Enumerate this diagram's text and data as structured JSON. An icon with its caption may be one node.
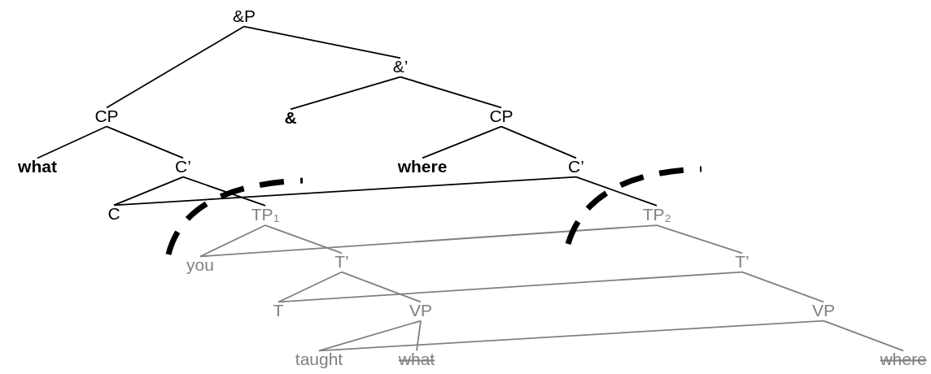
{
  "diagram": {
    "nodes": [
      {
        "text": [
          "&P"
        ]
      },
      {
        "text": [
          "&’"
        ]
      },
      {
        "text": [
          "CP"
        ]
      },
      {
        "text": [
          "&"
        ]
      },
      {
        "text": [
          "CP"
        ]
      },
      {
        "text": [
          "what"
        ]
      },
      {
        "text": [
          "C’"
        ]
      },
      {
        "text": [
          "where"
        ]
      },
      {
        "text": [
          "C’"
        ]
      },
      {
        "text": [
          "C"
        ]
      },
      {
        "text": [
          "TP$_{1}$"
        ]
      },
      {
        "text": [
          "TP$_{2}$"
        ]
      },
      {
        "text": [
          "you"
        ]
      },
      {
        "text": [
          "T’"
        ]
      },
      {
        "text": [
          "T’"
        ]
      },
      {
        "text": [
          "T"
        ]
      },
      {
        "text": [
          "VP"
        ]
      },
      {
        "text": [
          "VP"
        ]
      },
      {
        "text": [
          "taught"
        ]
      },
      {
        "text": [
          "what"
        ]
      },
      {
        "text": [
          "where"
        ]
      }
    ],
    "edges": [
      {
        "from": 0,
        "to": 2,
        "arrow": "none"
      },
      {
        "from": 0,
        "to": 1,
        "arrow": "none"
      },
      {
        "from": 1,
        "to": 3,
        "arrow": "none"
      },
      {
        "from": 1,
        "to": 4,
        "arrow": "none"
      },
      {
        "from": 2,
        "to": 5,
        "arrow": "none"
      },
      {
        "from": 2,
        "to": 6,
        "arrow": "none"
      },
      {
        "from": 4,
        "to": 7,
        "arrow": "none"
      },
      {
        "from": 4,
        "to": 8,
        "arrow": "none"
      },
      {
        "from": 6,
        "to": 9,
        "arrow": "none"
      },
      {
        "from": 6,
        "to": 10,
        "arrow": "none"
      },
      {
        "from": 8,
        "to": 9,
        "arrow": "none"
      },
      {
        "from": 8,
        "to": 11,
        "arrow": "none"
      },
      {
        "from": 10,
        "to": 12,
        "arrow": "none",
        "color": "#808080"
      },
      {
        "from": 10,
        "to": 13,
        "arrow": "none",
        "color": "#808080"
      },
      {
        "from": 11,
        "to": 12,
        "arrow": "none",
        "color": "#808080"
      },
      {
        "from": 11,
        "to": 14,
        "arrow": "none",
        "color": "#808080"
      },
      {
        "from": 13,
        "to": 15,
        "arrow": "none",
        "color": "#808080"
      },
      {
        "from": 13,
        "to": 16,
        "arrow": "none",
        "color": "#808080"
      },
      {
        "from": 14,
        "to": 15,
        "arrow": "none",
        "color": "#808080"
      },
      {
        "from": 14,
        "to": 17,
        "arrow": "none",
        "color": "#808080"
      },
      {
        "from": 16,
        "to": 18,
        "arrow": "none",
        "color": "#808080"
      },
      {
        "from": 16,
        "to": 19,
        "arrow": "none",
        "color": "#808080"
      },
      {
        "from": 17,
        "to": 18,
        "arrow": "none",
        "color": "#808080"
      },
      {
        "from": 17,
        "to": 20,
        "arrow": "none",
        "color": "#808080"
      }
    ]
  }
}
